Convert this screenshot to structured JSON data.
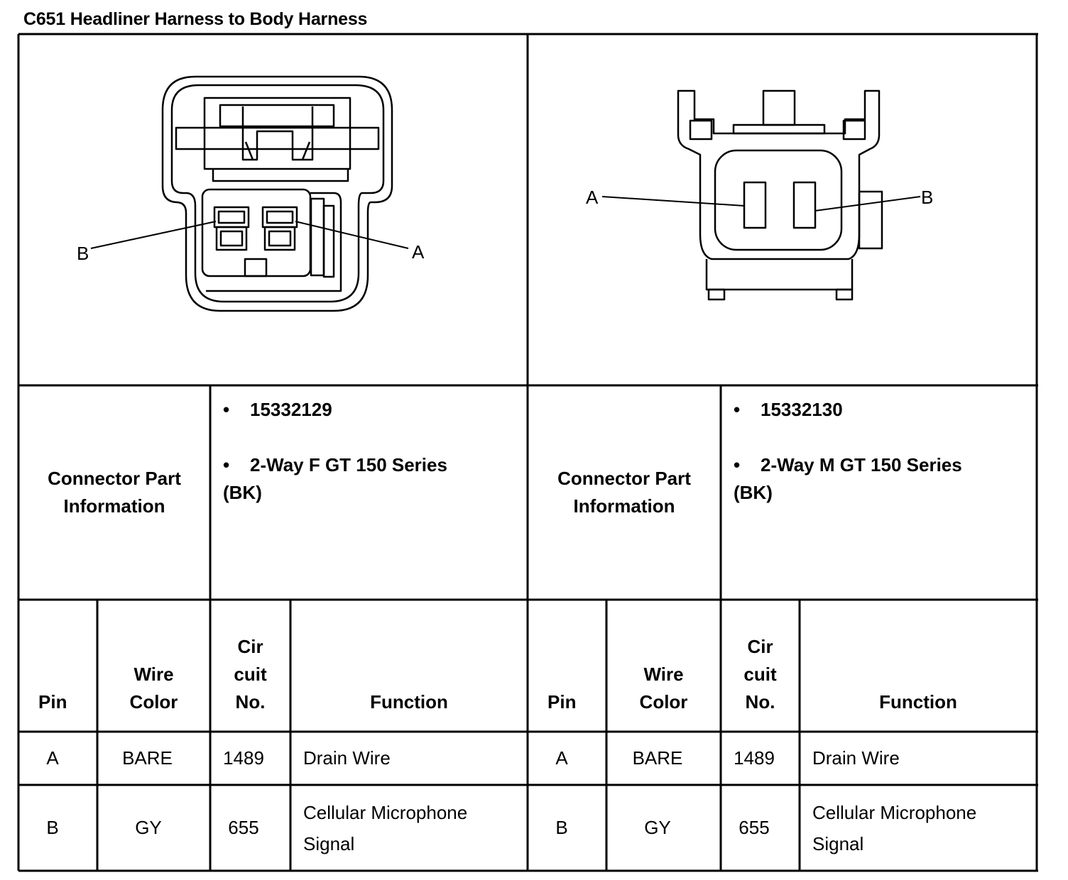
{
  "title": "C651 Headliner Harness to Body Harness",
  "connectors": [
    {
      "side": "left",
      "view_labels": {
        "a": "A",
        "b": "B"
      },
      "part_info_label_line1": "Connector Part",
      "part_info_label_line2": "Information",
      "part_number": "15332129",
      "description_line1": "2-Way F GT 150 Series",
      "description_line2": "(BK)",
      "bullet": "•"
    },
    {
      "side": "right",
      "view_labels": {
        "a": "A",
        "b": "B"
      },
      "part_info_label_line1": "Connector Part",
      "part_info_label_line2": "Information",
      "part_number": "15332130",
      "description_line1": "2-Way M GT 150 Series",
      "description_line2": "(BK)",
      "bullet": "•"
    }
  ],
  "table_headers": {
    "pin": "Pin",
    "wire_color_1": "Wire",
    "wire_color_2": "Color",
    "circuit_1": "Cir",
    "circuit_2": "cuit",
    "circuit_3": "No.",
    "function": "Function"
  },
  "rows": [
    {
      "pin": "A",
      "wire_color": "BARE",
      "circuit": "1489",
      "function_line1": "Drain Wire",
      "function_line2": ""
    },
    {
      "pin": "B",
      "wire_color": "GY",
      "circuit": "655",
      "function_line1": "Cellular Microphone",
      "function_line2": "Signal"
    }
  ]
}
